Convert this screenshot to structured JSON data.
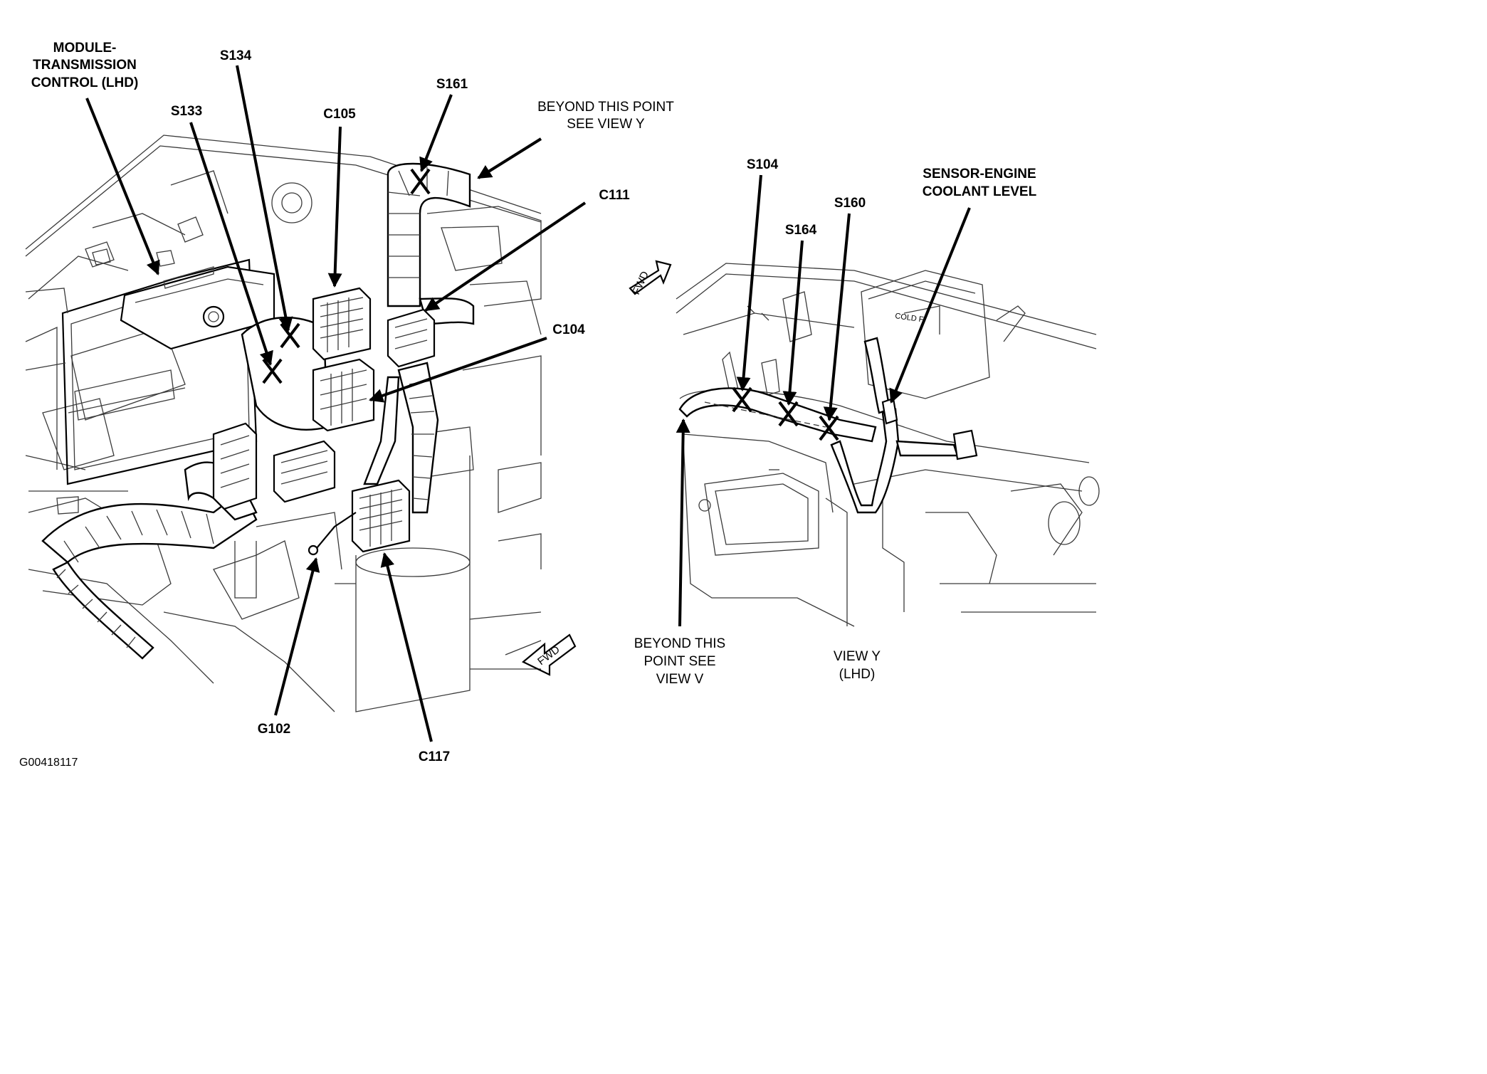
{
  "left_view": {
    "labels": {
      "module_tcm": [
        "MODULE-",
        "TRANSMISSION",
        "CONTROL (LHD)"
      ],
      "s134": "S134",
      "s133": "S133",
      "c105": "C105",
      "s161": "S161",
      "beyond_view_y": [
        "BEYOND THIS POINT",
        "SEE VIEW Y"
      ],
      "c111": "C111",
      "c104": "C104",
      "g102": "G102",
      "c117": "C117",
      "fwd": "FWD"
    }
  },
  "right_view": {
    "labels": {
      "s104": "S104",
      "s164": "S164",
      "s160": "S160",
      "sensor": [
        "SENSOR-ENGINE",
        "COOLANT LEVEL"
      ],
      "beyond_view_v": [
        "BEYOND THIS",
        "POINT SEE",
        "VIEW V"
      ],
      "view_title": [
        "VIEW Y",
        "(LHD)"
      ],
      "fwd": "FWD",
      "reservoir_text": "COLD FI"
    }
  },
  "figure_id": "G00418117"
}
